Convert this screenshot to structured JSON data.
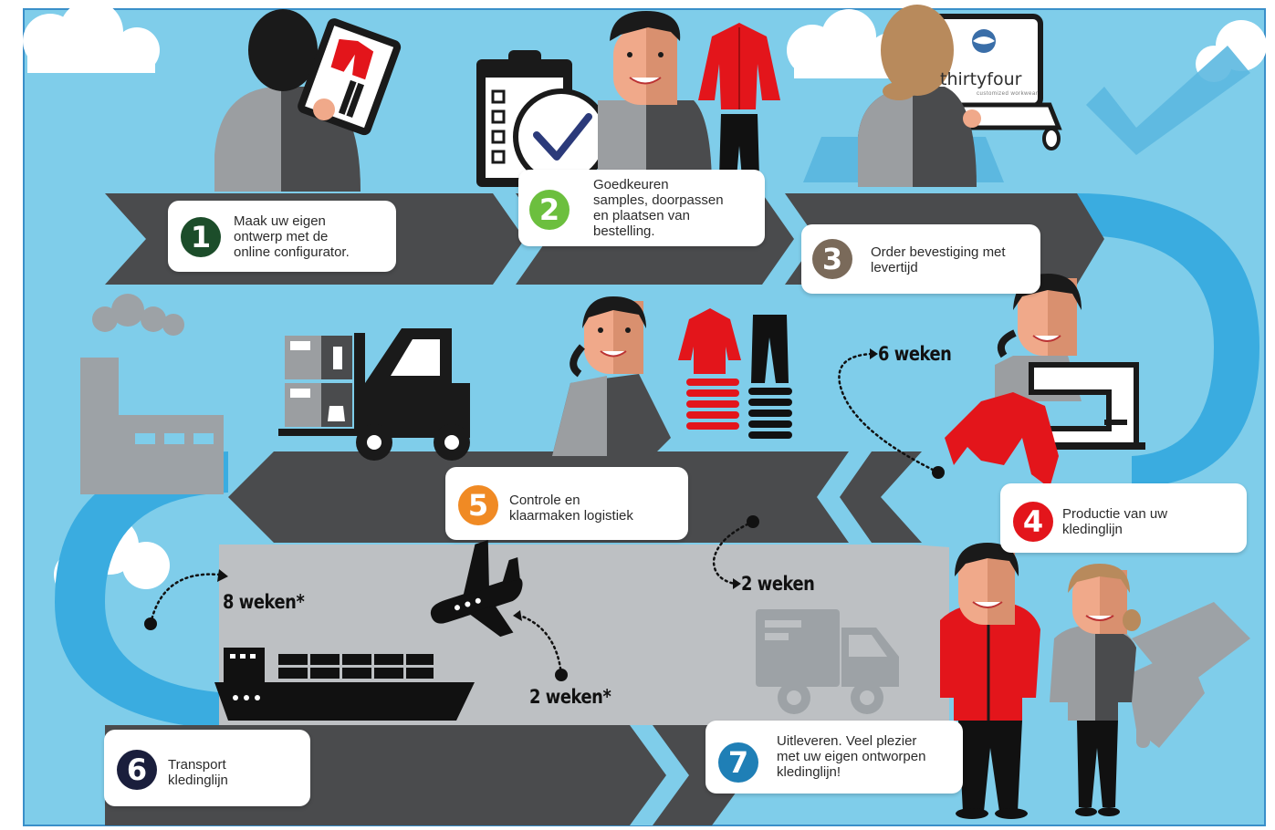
{
  "colors": {
    "sky": "#7fcdea",
    "road_dark": "#4a4b4d",
    "road_light": "#bdc0c3",
    "swoosh": "#3aace0",
    "shirt_red": "#e3151b",
    "skin": "#f0a98a",
    "hair_dark": "#1a1a1a",
    "hair_blond": "#b88a5c",
    "gray_icon": "#9da2a6",
    "text": "#2b2b2b"
  },
  "brand": {
    "name": "thirtyfour",
    "tagline": "customized workwear"
  },
  "steps": [
    {
      "number": "1",
      "color": "#1c4d2a",
      "text": "Maak uw eigen\nontwerp met de\nonline configurator."
    },
    {
      "number": "2",
      "color": "#6cbf3e",
      "text": "Goedkeuren\nsamples, doorpassen\nen plaatsen van\nbestelling."
    },
    {
      "number": "3",
      "color": "#7a6a5a",
      "text": "Order bevestiging met\nlevertijd"
    },
    {
      "number": "4",
      "color": "#e3151b",
      "text": "Productie van uw\nkledinglijn"
    },
    {
      "number": "5",
      "color": "#f08a24",
      "text": "Controle en\nklaarmaken logistiek"
    },
    {
      "number": "6",
      "color": "#1a1e3c",
      "text": "Transport\nkledinglijn"
    },
    {
      "number": "7",
      "color": "#1f7fb6",
      "text": "Uitleveren. Veel plezier\nmet uw eigen ontworpen\nkledinglijn!"
    }
  ],
  "durations": {
    "production": "6 weken",
    "delivery": "2 weken",
    "sea": "8 weken*",
    "air": "2 weken*"
  },
  "icons": [
    "person-with-tablet-icon",
    "checklist-icon",
    "checkmark-icon",
    "jacket-icon",
    "trousers-icon",
    "person-at-laptop-icon",
    "factory-icon",
    "forklift-icon",
    "clothing-stack-icon",
    "sewing-machine-icon",
    "cargo-ship-icon",
    "airplane-icon",
    "delivery-truck-icon",
    "handshake-icon",
    "cloud-icon"
  ]
}
